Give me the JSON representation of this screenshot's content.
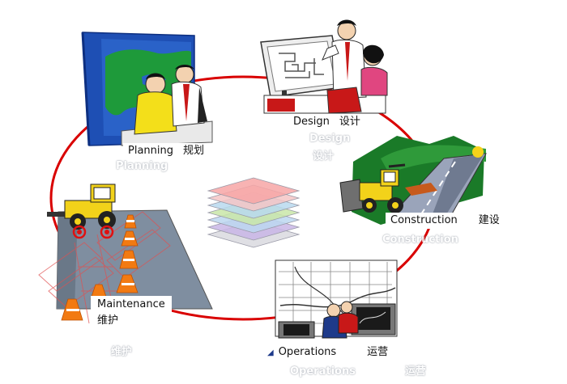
{
  "stages": {
    "planning": {
      "en": "Planning",
      "zh": "规划"
    },
    "design": {
      "en": "Design",
      "zh": "设计"
    },
    "construction": {
      "en": "Construction",
      "zh": "建设"
    },
    "operations": {
      "en": "Operations",
      "zh": "运营"
    },
    "maintenance": {
      "en": "Maintenance",
      "zh": "维护"
    }
  },
  "colors": {
    "cycle": "#d90000",
    "layers": [
      "#f7a6a6",
      "#f4c6c6",
      "#b9d9ee",
      "#c9e6a8",
      "#bcd7f0",
      "#c9b6e6",
      "#d9d9df"
    ]
  },
  "icons": {
    "planning": "planning-meeting-illustration",
    "design": "design-drafting-illustration",
    "construction": "construction-bulldozer-illustration",
    "operations": "operations-control-room-illustration",
    "maintenance": "maintenance-road-roller-illustration",
    "center": "layer-stack-icon"
  }
}
